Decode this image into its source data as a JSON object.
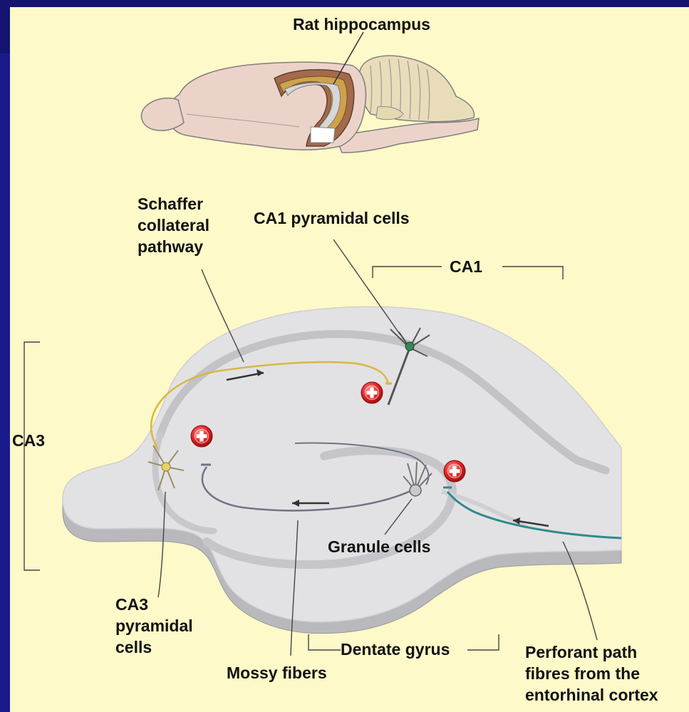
{
  "labels": {
    "title": "Rat hippocampus",
    "schaffer": [
      "Schaffer",
      "collateral",
      "pathway"
    ],
    "ca1_cells": "CA1 pyramidal cells",
    "ca1": "CA1",
    "ca3": "CA3",
    "ca3_cells": [
      "CA3",
      "pyramidal",
      "cells"
    ],
    "granule": "Granule cells",
    "mossy": "Mossy fibers",
    "dentate": "Dentate gyrus",
    "perforant": [
      "Perforant path",
      "fibres from the",
      "entorhinal cortex"
    ]
  },
  "colors": {
    "slide_background": "#1a1a8c",
    "panel_background": "#fdf9c8",
    "tissue": "#e2e2e4",
    "schaffer_fiber": "#d8b842",
    "perforant_fiber": "#2f8a8a",
    "excitatory_marker": "#e02424"
  },
  "icons": {
    "excitatory_synapse": "plus-circle-icon"
  }
}
